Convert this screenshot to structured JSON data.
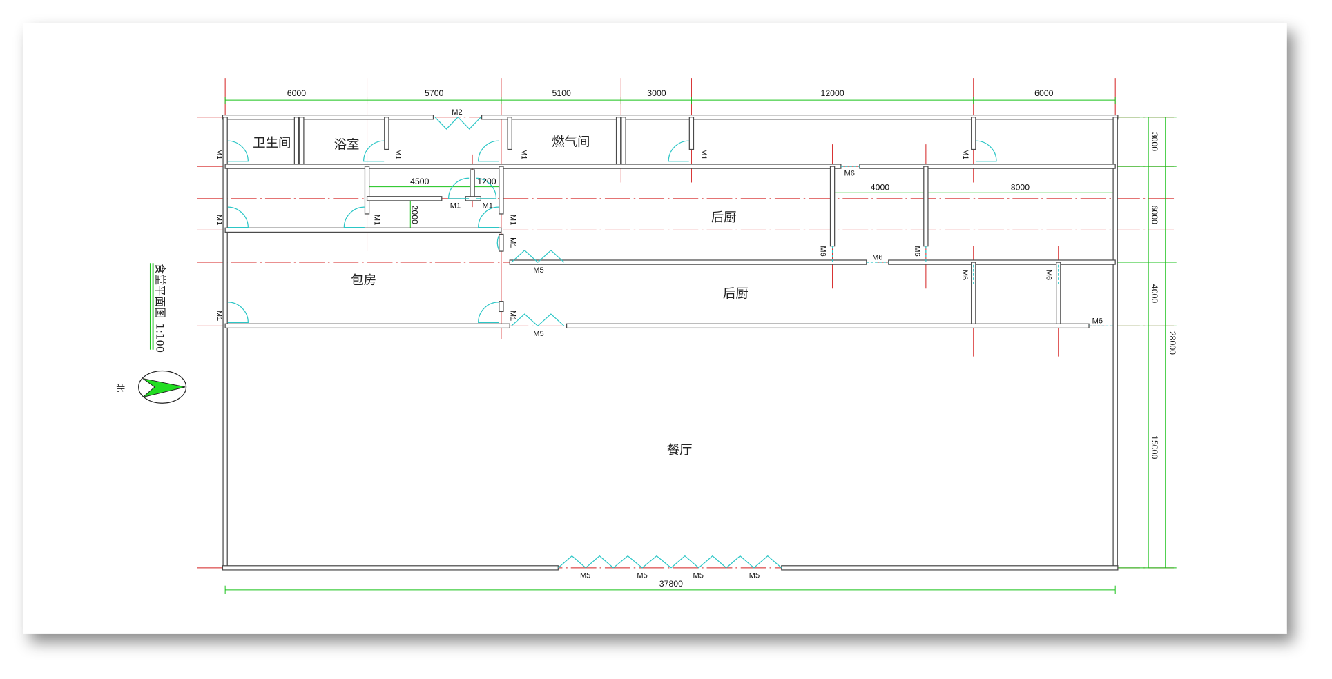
{
  "drawing": {
    "title": "食堂平面图",
    "scale": "1:100",
    "north_label": "北"
  },
  "dimensions": {
    "top": [
      "6000",
      "5700",
      "5100",
      "3000",
      "12000",
      "6000"
    ],
    "right": [
      "3000",
      "6000",
      "4000",
      "15000"
    ],
    "right_total": "28000",
    "bottom_total": "37800",
    "inner": {
      "a": "4500",
      "b": "1200",
      "c": "2000",
      "d": "4000",
      "e": "8000"
    }
  },
  "rooms": {
    "toilet": "卫生间",
    "bathroom": "浴室",
    "gas_room": "燃气间",
    "kitchen_upper": "后厨",
    "kitchen_lower": "后厨",
    "private_room": "包房",
    "dining_hall": "餐厅"
  },
  "doors": {
    "m1": "M1",
    "m2": "M2",
    "m5": "M5",
    "m6": "M6"
  },
  "colors": {
    "wall": "#4a4a4a",
    "axis": "#d42020",
    "dimension": "#19c219",
    "door": "#2cc6c6"
  }
}
